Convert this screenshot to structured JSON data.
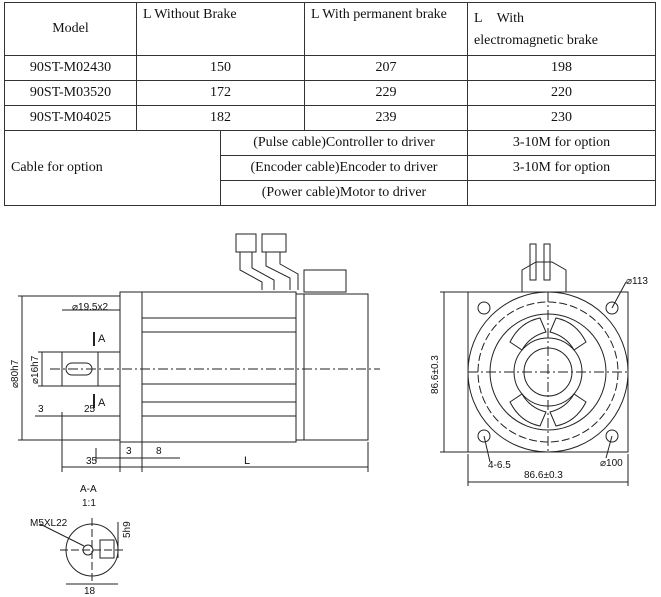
{
  "table": {
    "headers": {
      "model": "Model",
      "without_brake": "L Without Brake",
      "permanent_brake": "L With permanent brake",
      "electro_l": "L",
      "electro_with": "With",
      "electro_line2": "electromagnetic brake"
    },
    "rows": [
      {
        "model": "90ST-M02430",
        "without": "150",
        "permanent": "207",
        "electro": "198"
      },
      {
        "model": "90ST-M03520",
        "without": "172",
        "permanent": "229",
        "electro": "220"
      },
      {
        "model": "90ST-M04025",
        "without": "182",
        "permanent": "239",
        "electro": "230"
      }
    ],
    "cable_label": "Cable for option",
    "cables": [
      {
        "name": "(Pulse cable)Controller to driver",
        "option": "3-10M for option"
      },
      {
        "name": "(Encoder cable)Encoder to driver",
        "option": "3-10M for option"
      },
      {
        "name": "(Power cable)Motor to driver",
        "option": ""
      }
    ]
  },
  "side_view": {
    "dim_shaft_dia": "⌀19.5x2",
    "dim_spigot": "⌀80h7",
    "dim_shaft": "⌀16h7",
    "section_mark": "A",
    "dim_3": "3",
    "dim_25": "25",
    "dim_3b": "3",
    "dim_8": "8",
    "dim_35": "35",
    "dim_L": "L"
  },
  "front_view": {
    "dim_113": "⌀113",
    "dim_100": "⌀100",
    "dim_holes": "4-6.5",
    "dim_height": "86.6±0.3",
    "dim_width": "86.6±0.3"
  },
  "section_view": {
    "title": "A-A",
    "scale": "1:1",
    "thread": "M5XL22",
    "key": "5h9",
    "width": "18"
  }
}
